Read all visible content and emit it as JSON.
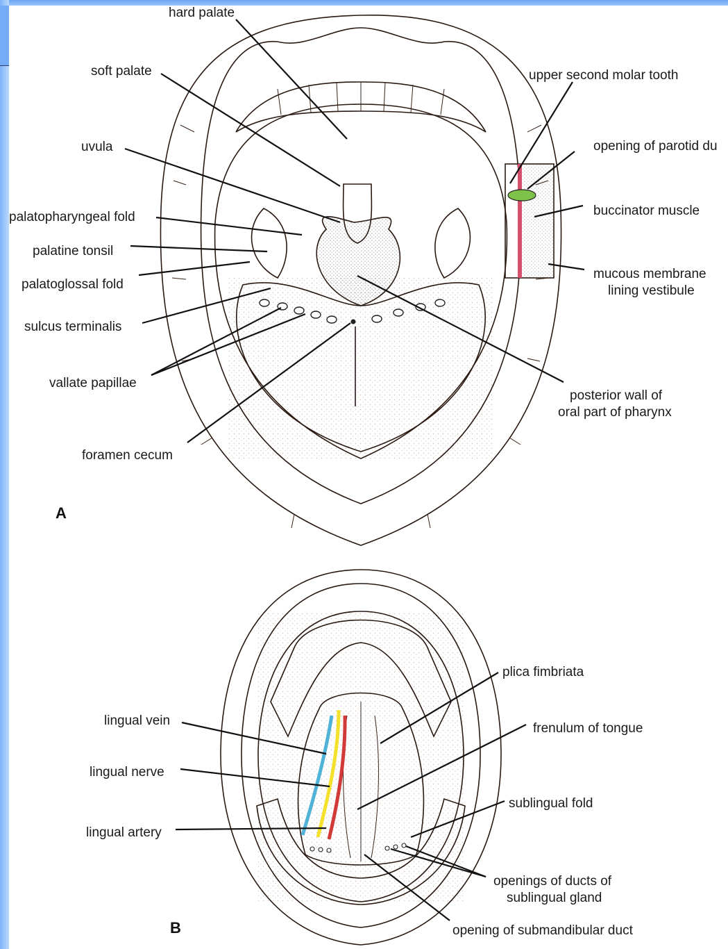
{
  "panels": {
    "a": "A",
    "b": "B"
  },
  "colors": {
    "skin": "#f2c9a6",
    "lip": "#d4506e",
    "oral_mucosa": "#eca47e",
    "pharynx": "#d9d9d9",
    "parotid_opening": "#7ec24a",
    "lingual_vein": "#4fb2d6",
    "lingual_nerve": "#f3e12c",
    "lingual_artery": "#d23a3a"
  },
  "labels_a": {
    "hard_palate": "hard palate",
    "soft_palate": "soft palate",
    "uvula": "uvula",
    "palatopharyngeal_fold": "palatopharyngeal fold",
    "palatine_tonsil": "palatine tonsil",
    "palatoglossal_fold": "palatoglossal fold",
    "sulcus_terminalis": "sulcus terminalis",
    "vallate_papillae": "vallate papillae",
    "foramen_cecum": "foramen cecum",
    "upper_second_molar": "upper second molar tooth",
    "parotid_duct": "opening of parotid du",
    "buccinator": "buccinator muscle",
    "mucous_membrane_1": "mucous membrane",
    "mucous_membrane_2": "lining vestibule",
    "posterior_wall_1": "posterior wall of",
    "posterior_wall_2": "oral part of pharynx"
  },
  "labels_b": {
    "plica_fimbriata": "plica fimbriata",
    "frenulum": "frenulum of tongue",
    "lingual_vein": "lingual vein",
    "lingual_nerve": "lingual nerve",
    "lingual_artery": "lingual artery",
    "sublingual_fold": "sublingual fold",
    "sublingual_ducts_1": "openings of ducts of",
    "sublingual_ducts_2": "sublingual gland",
    "submandibular_duct": "opening of submandibular duct"
  }
}
